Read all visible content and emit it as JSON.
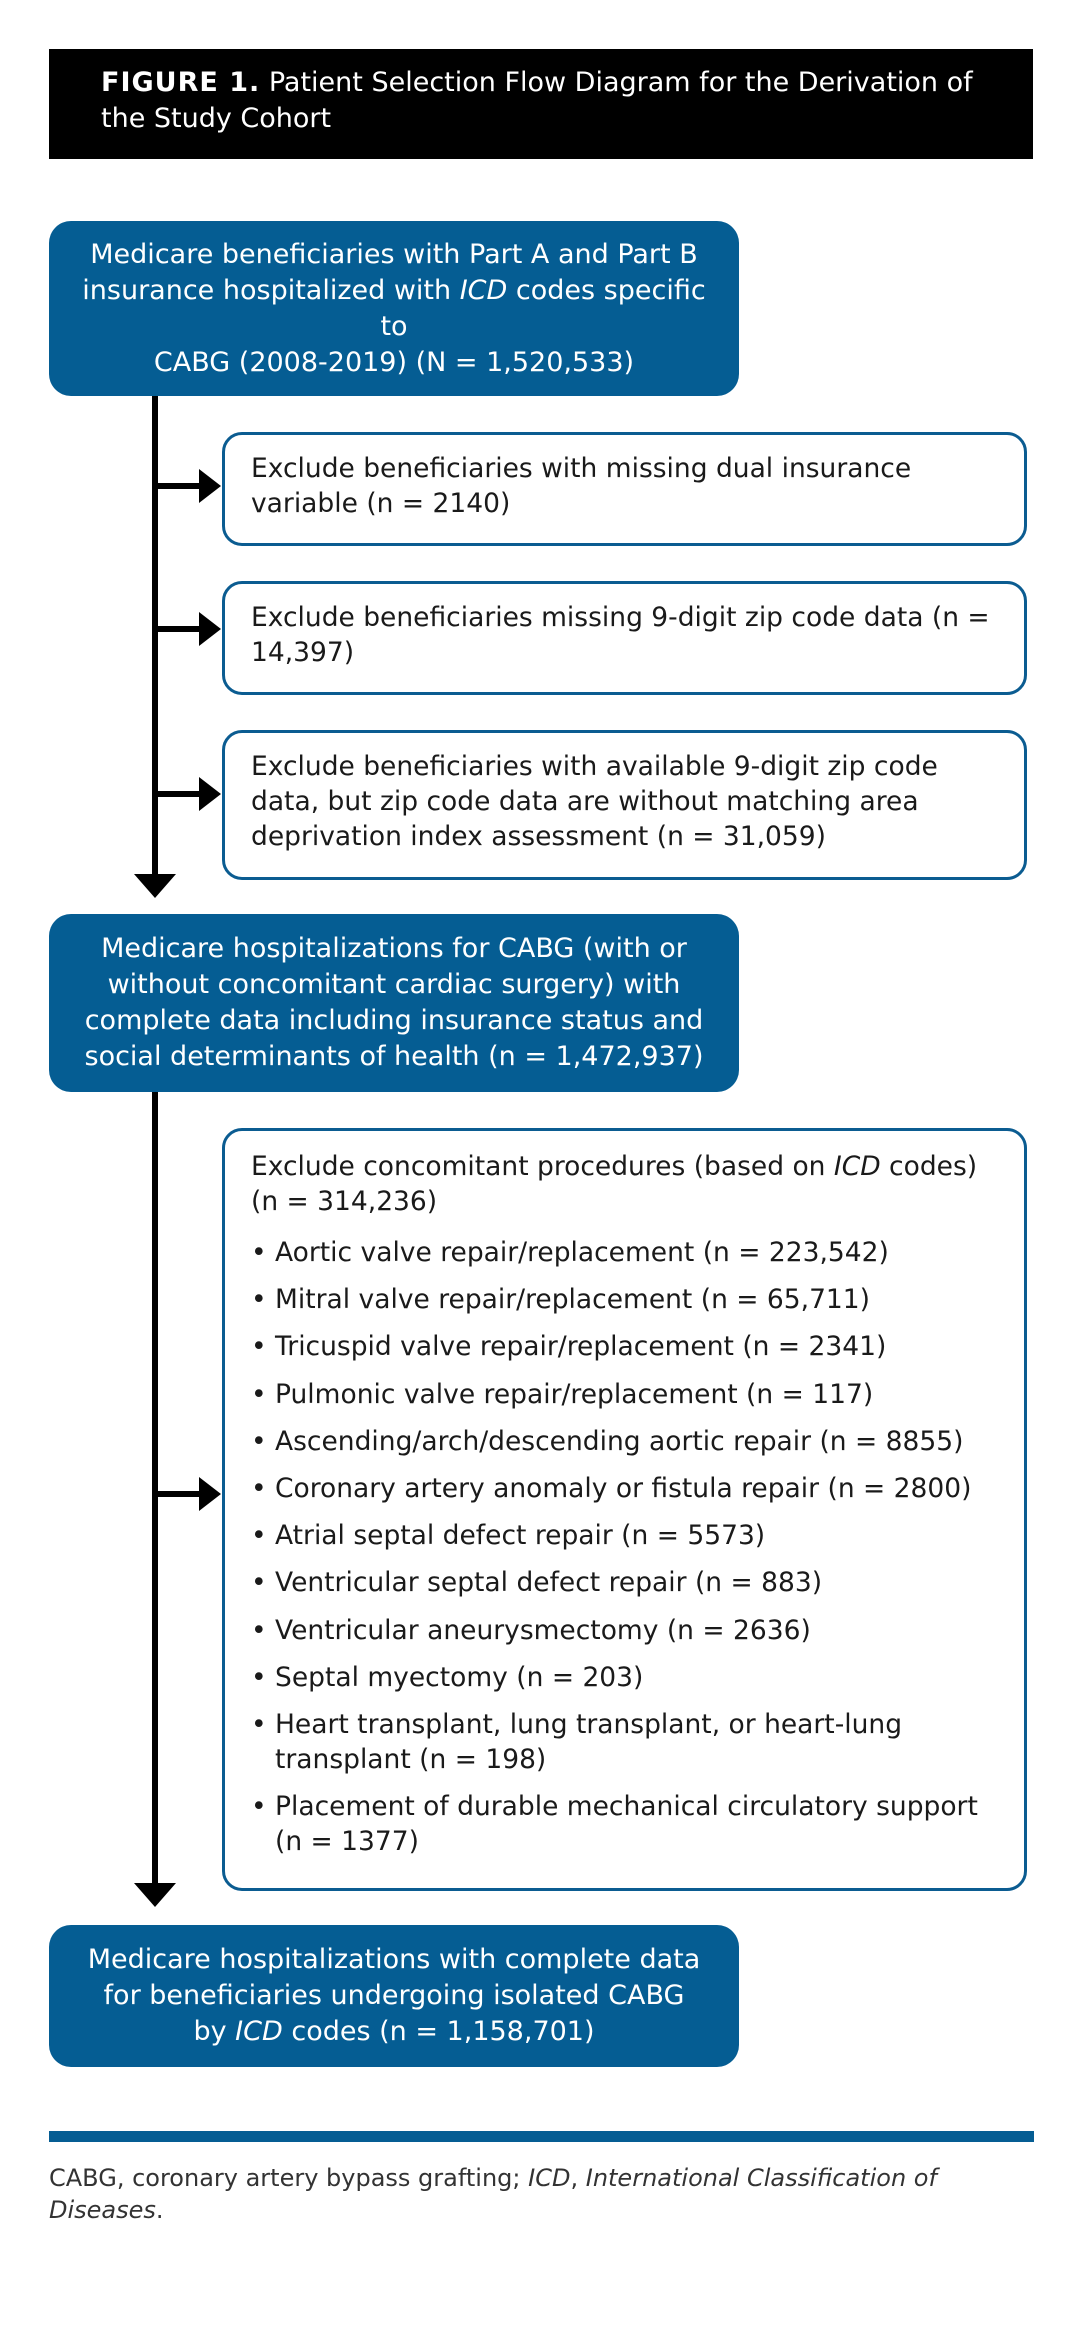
{
  "figure": {
    "label": "FIGURE 1.",
    "title": "Patient Selection Flow Diagram for the Derivation of the Study Cohort"
  },
  "nodes": {
    "start": {
      "line1": "Medicare beneficiaries with Part A and Part B",
      "line2_pre": "insurance hospitalized with ",
      "line2_em": "ICD",
      "line2_post": " codes specific to",
      "line3": "CABG (2008-2019) (N = 1,520,533)"
    },
    "exclude1": {
      "text": "Exclude beneficiaries with missing dual insurance variable (n = 2140)"
    },
    "exclude2": {
      "text": "Exclude beneficiaries missing 9-digit zip code data (n = 14,397)"
    },
    "exclude3": {
      "text": "Exclude beneficiaries with available 9-digit zip code data, but zip code data are without matching area deprivation index assessment (n = 31,059)"
    },
    "middle": {
      "text": "Medicare hospitalizations for CABG (with or without concomitant cardiac surgery) with complete data including insurance status and social determinants of health (n = 1,472,937)"
    },
    "exclude4": {
      "pre": "Exclude concomitant procedures (based on ",
      "em": "ICD",
      "post": " codes) (n = 314,236)",
      "items": [
        "Aortic valve repair/replacement (n = 223,542)",
        "Mitral valve repair/replacement (n = 65,711)",
        "Tricuspid valve repair/replacement (n = 2341)",
        "Pulmonic valve repair/replacement (n = 117)",
        "Ascending/arch/descending aortic repair (n = 8855)",
        "Coronary artery anomaly or fistula repair (n = 2800)",
        "Atrial septal defect repair (n = 5573)",
        "Ventricular septal defect repair (n = 883)",
        "Ventricular aneurysmectomy (n = 2636)",
        "Septal myectomy (n = 203)",
        "Heart transplant, lung transplant, or heart-lung transplant (n = 198)",
        "Placement of durable mechanical circulatory support (n = 1377)"
      ]
    },
    "final": {
      "line1": "Medicare hospitalizations with complete data",
      "line2": "for beneficiaries undergoing isolated CABG",
      "line3_pre": "by ",
      "line3_em": "ICD",
      "line3_post": " codes (n = 1,158,701)"
    }
  },
  "footnote": {
    "pre": "CABG, coronary artery bypass grafting; ",
    "em1": "ICD",
    "mid": ", ",
    "em2": "International Classification of Diseases",
    "post": "."
  },
  "colors": {
    "primary": "#055d93",
    "box_border": "#0b5c91",
    "title_bg": "#000000"
  }
}
